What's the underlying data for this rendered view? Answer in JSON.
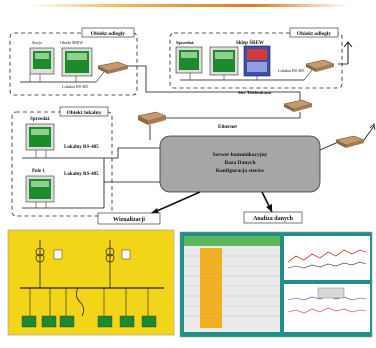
{
  "remote_left": {
    "title": "Obiekt odległy",
    "small_labels": [
      "Stacja",
      "Obiekt ŚREW",
      "Lokalna RS-485"
    ]
  },
  "remote_right": {
    "title": "Obiekt odległy",
    "device_labels": [
      "Sprzedaż",
      "Sklep ŚREW",
      "Lokalna RS-485"
    ],
    "network_label": "Sieć Telefoniczna"
  },
  "local": {
    "title": "Obiekt lokalny",
    "meter_labels": [
      "Sprzedaż",
      "Pole 1"
    ],
    "bus_labels": [
      "Lokalny RS-485",
      "Lokalny RS-485"
    ]
  },
  "ethernet_label": "Ethernet",
  "server": {
    "lines": [
      "Serwer komunikacyjny",
      "Baza Danych",
      "Konfiguracja sterów"
    ]
  },
  "outputs": {
    "visualization": "Wizualizacji",
    "analysis": "Analiza danych"
  },
  "colors": {
    "server_fill": "#a6a6a6",
    "meter_green": "#1e8a2e",
    "yellow_panel": "#f2d518",
    "teal_panel": "#1f8f8a",
    "top_band": "#e07a1a"
  }
}
